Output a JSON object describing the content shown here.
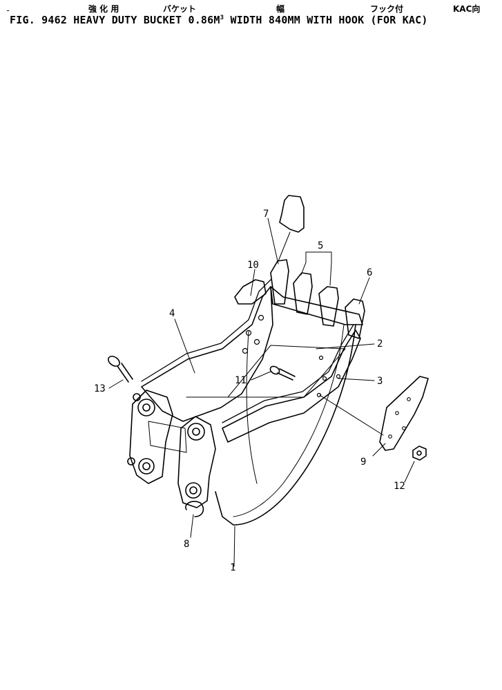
{
  "header": {
    "jp_strengthened": "強 化 用",
    "jp_bucket": "バケット",
    "jp_width": "幅",
    "jp_with_hook": "フック付",
    "jp_for_kac": "KAC向",
    "title_main": "FIG. 9462  HEAVY DUTY BUCKET 0.86M",
    "title_sup": "3",
    "title_rest": " WIDTH 840MM WITH HOOK (FOR KAC)"
  },
  "callouts": {
    "c1": "1",
    "c2": "2",
    "c3": "3",
    "c4": "4",
    "c5": "5",
    "c6": "6",
    "c7": "7",
    "c8": "8",
    "c9": "9",
    "c10": "10",
    "c11": "11",
    "c12": "12",
    "c13": "13"
  }
}
